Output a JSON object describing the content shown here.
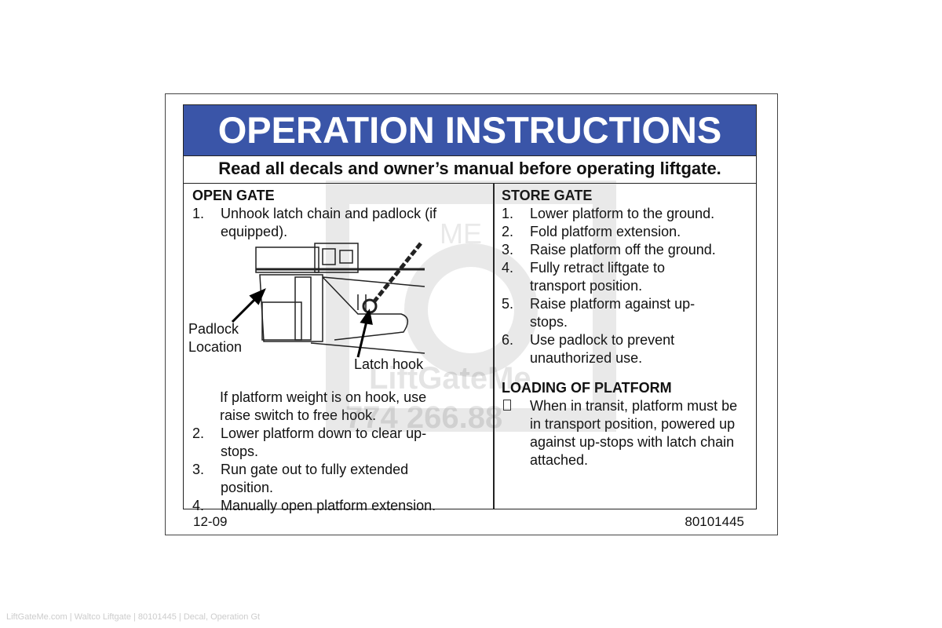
{
  "title": "OPERATION INSTRUCTIONS",
  "subtitle": "Read all decals and owner’s manual before operating liftgate.",
  "open_gate": {
    "heading": "OPEN GATE",
    "step1_num": "1.",
    "step1": "Unhook latch chain and padlock (if equipped).",
    "figure": {
      "padlock_label_1": "Padlock",
      "padlock_label_2": "Location",
      "latch_label": "Latch hook"
    },
    "note": "If platform weight is on hook, use raise switch to free hook.",
    "steps": [
      {
        "num": "2.",
        "text": "Lower platform down to clear up-stops."
      },
      {
        "num": "3.",
        "text": "Run gate out to fully extended position."
      },
      {
        "num": "4.",
        "text": "Manually open platform extension."
      }
    ]
  },
  "store_gate": {
    "heading": "STORE GATE",
    "steps": [
      {
        "num": "1.",
        "text": "Lower platform to the ground."
      },
      {
        "num": "2.",
        "text": "Fold platform extension."
      },
      {
        "num": "3.",
        "text": "Raise platform off the ground."
      },
      {
        "num": "4.",
        "text": "Fully retract liftgate to transport position."
      },
      {
        "num": "5.",
        "text": "Raise platform against up-stops."
      },
      {
        "num": "6.",
        "text": "Use padlock to prevent unauthorized use."
      }
    ]
  },
  "loading": {
    "heading": "LOADING OF PLATFORM",
    "bullet": "",
    "text": "When in transit, platform must be in transport position, powered up against up-stops with latch chain attached."
  },
  "footer": {
    "date": "12-09",
    "part_number": "80101445"
  },
  "watermark": {
    "text": "LiftGateMe",
    "phone": "774 266.88"
  },
  "caption": "LiftGateMe.com | Waltco Liftgate | 80101445 | Decal, Operation Gt",
  "colors": {
    "header_blue": "#3a55a8"
  }
}
